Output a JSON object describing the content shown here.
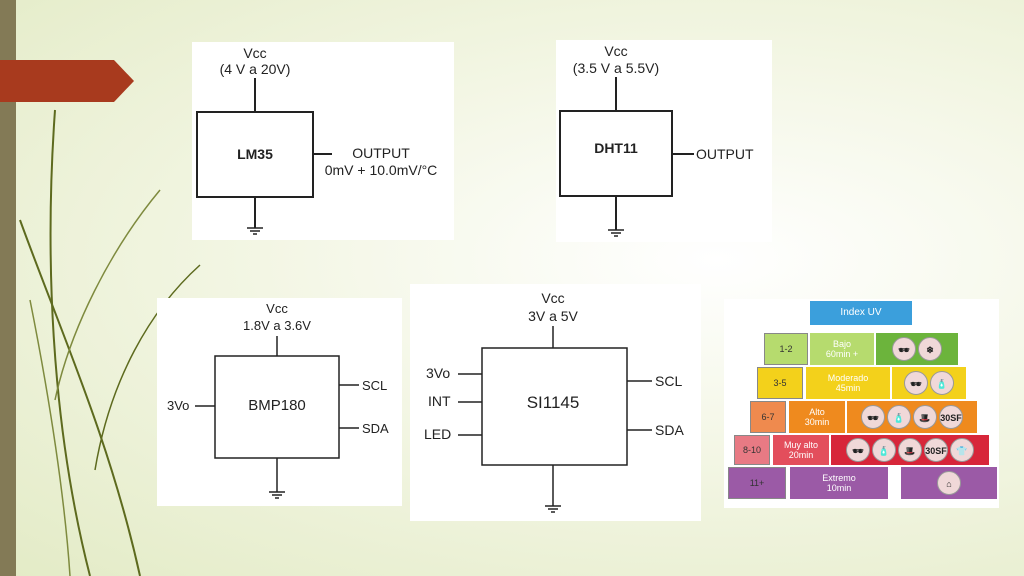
{
  "lm35": {
    "vcc": "Vcc",
    "range": "(4 V a 20V)",
    "name": "LM35",
    "out1": "OUTPUT",
    "out2": "0mV + 10.0mV/°C"
  },
  "dht11": {
    "vcc": "Vcc",
    "range": "(3.5 V a 5.5V)",
    "name": "DHT11",
    "out": "OUTPUT"
  },
  "bmp180": {
    "vcc": "Vcc",
    "range": "1.8V a 3.6V",
    "name": "BMP180",
    "in": "3Vo",
    "scl": "SCL",
    "sda": "SDA"
  },
  "si1145": {
    "vcc": "Vcc",
    "range": "3V a 5V",
    "name": "SI1145",
    "in1": "3Vo",
    "in2": "INT",
    "in3": "LED",
    "scl": "SCL",
    "sda": "SDA"
  },
  "uv": {
    "title": "Index UV",
    "rows": [
      {
        "range": "1-2",
        "level": "Bajo",
        "time": "60min +",
        "color": "#9ccd3a"
      },
      {
        "range": "3-5",
        "level": "Moderado",
        "time": "45min",
        "color": "#f3d11b"
      },
      {
        "range": "6-7",
        "level": "Alto",
        "time": "30min",
        "color": "#ef8a1e"
      },
      {
        "range": "8-10",
        "level": "Muy alto",
        "time": "20min",
        "color": "#e34e5c"
      },
      {
        "range": "11+",
        "level": "Extremo",
        "time": "10min",
        "color": "#9b5aa6"
      }
    ],
    "icons": [
      "sunglasses-icon",
      "snowflake-icon",
      "sunscreen-icon",
      "hat-icon",
      "spf-30-icon",
      "shirt-icon",
      "house-icon"
    ],
    "spf": "30SF"
  },
  "colors": {
    "sidebar": "#837a56",
    "arrow": "#a83a1e",
    "title_box": "#3b9fdc"
  }
}
